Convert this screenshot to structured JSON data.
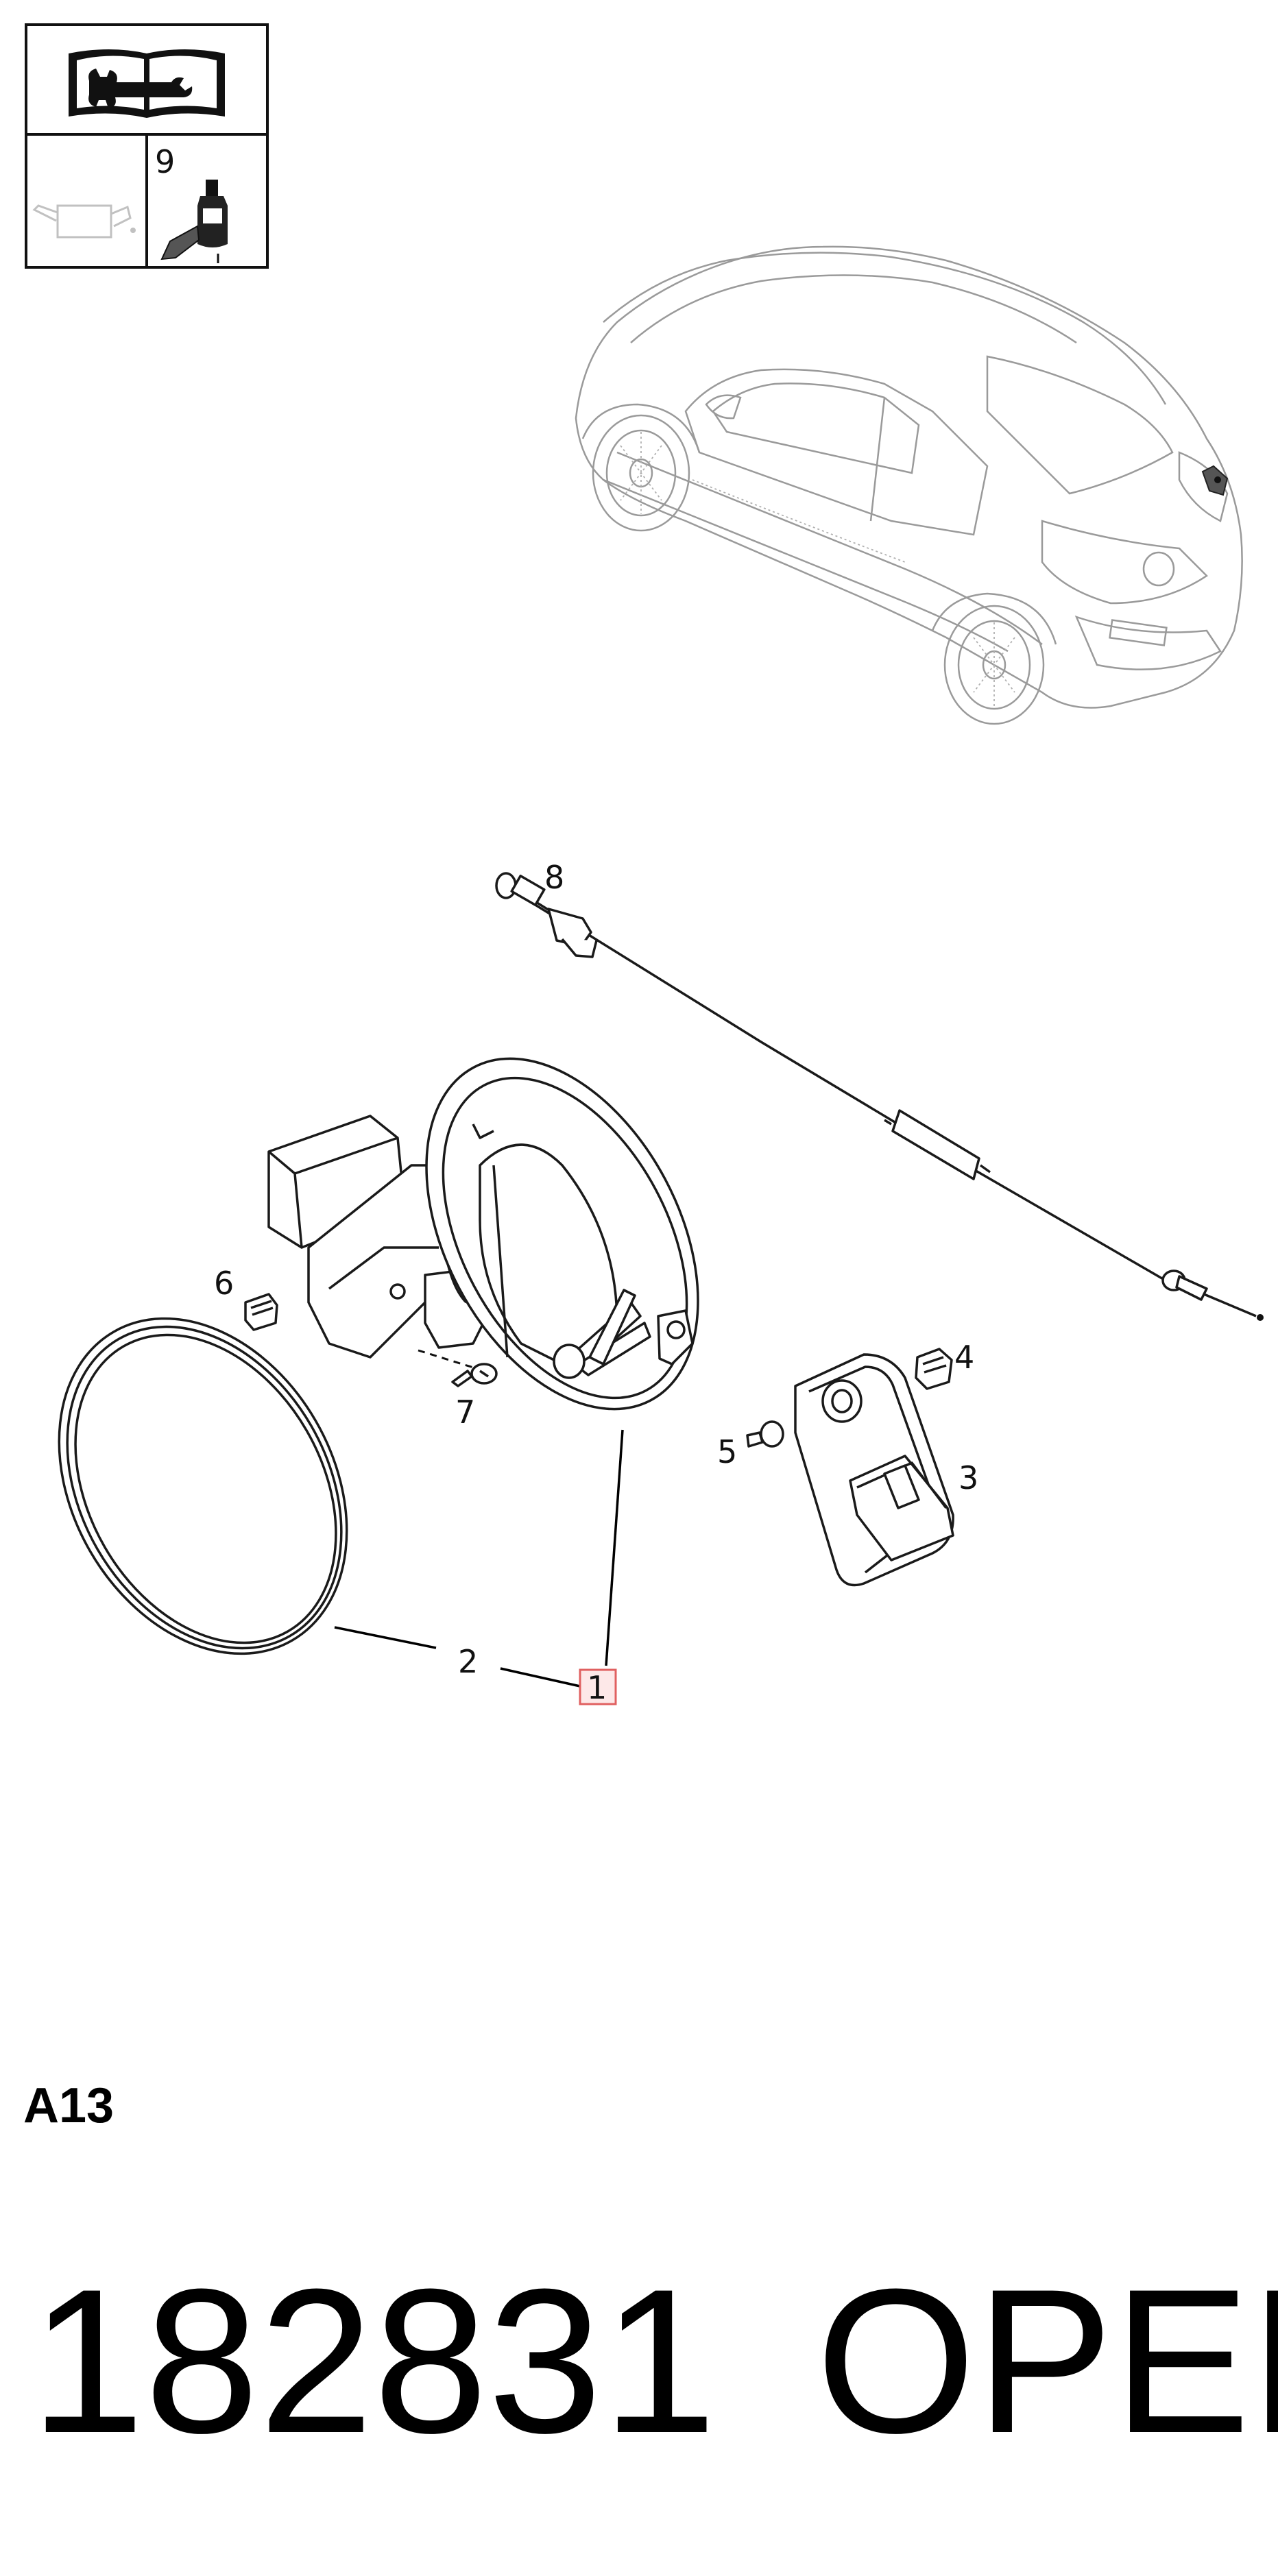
{
  "legend": {
    "manual_icon": "manual-wrench-book-icon",
    "lubricant_icon": "grease-can-icon",
    "adhesive_icon": "adhesive-bottle-icon",
    "adhesive_ref": "9"
  },
  "callouts": {
    "c1": "1",
    "c2": "2",
    "c3": "3",
    "c4": "4",
    "c5": "5",
    "c6": "6",
    "c7": "7",
    "c8": "8"
  },
  "section_code": "A13",
  "footer": {
    "part_number": "182831",
    "brand": "OPEL"
  },
  "colors": {
    "highlight_box": "#e06060",
    "highlight_fill": "#fde8e8",
    "car_outline": "#9a9a9a",
    "line_art": "#1a1a1a"
  }
}
